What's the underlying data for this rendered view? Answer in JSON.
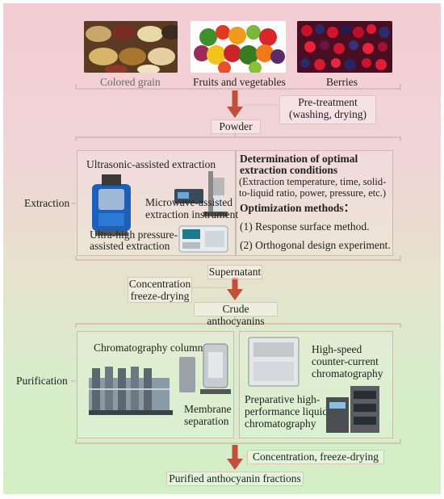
{
  "sources": {
    "grain_label": "Colored grain",
    "fruits_label": "Fruits and vegetables",
    "berries_label": "Berries"
  },
  "pretreatment": {
    "label_line1": "Pre-treatment",
    "label_line2": "(washing, drying)",
    "result": "Powder"
  },
  "extraction": {
    "stage_label": "Extraction",
    "ultrasonic": "Ultrasonic-assisted extraction",
    "microwave_line1": "Microwave-assisted",
    "microwave_line2": "extraction instrument",
    "uhp_line1": "Ultra-high pressure-",
    "uhp_line2": "assisted extraction",
    "conditions_title_line1": "Determination of optimal",
    "conditions_title_line2": "extraction conditions",
    "conditions_line1": "(Extraction temperature, time, solid-",
    "conditions_line2": "to-liquid ratio, power, pressure, etc.)",
    "methods_title": "Optimization methods：",
    "method1": "(1) Response surface method.",
    "method2": "(2) Orthogonal design experiment."
  },
  "concentration": {
    "supernatant": "Supernatant",
    "step_line1": "Concentration",
    "step_line2": "freeze-drying",
    "result": "Crude anthocyanins"
  },
  "purification": {
    "stage_label": "Purification",
    "column": "Chromatography column",
    "membrane_line1": "Membrane",
    "membrane_line2": "separation",
    "hsccc_line1": "High-speed",
    "hsccc_line2": "counter-current",
    "hsccc_line3": "chromatography",
    "prep_line1": "Preparative high-",
    "prep_line2": "performance liquid",
    "prep_line3": "chromatography",
    "final_step": "Concentration, freeze-drying",
    "result": "Purified anthocyanin fractions"
  },
  "colors": {
    "arrow": "#c0503a",
    "bracket": "#c9a3a0",
    "top_bg": "#f3cdd4",
    "bottom_bg": "#d2efc6"
  }
}
